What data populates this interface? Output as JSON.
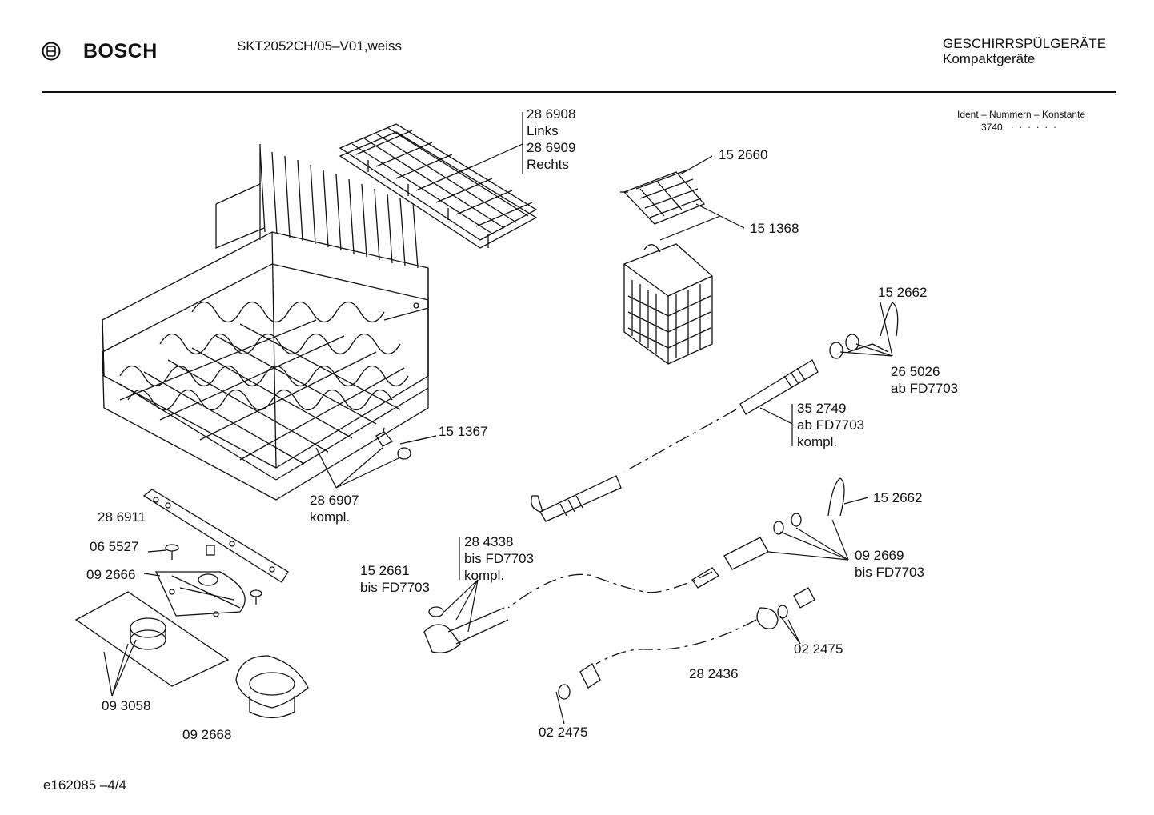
{
  "header": {
    "brand": "BOSCH",
    "model": "SKT2052CH/05–V01,weiss",
    "category": "GESCHIRRSPÜLGERÄTE",
    "subcategory": "Kompaktgeräte"
  },
  "ident": {
    "label": "Ident – Nummern – Konstante",
    "value": "3740",
    "dots": ". . . . . ."
  },
  "parts": [
    {
      "name": "part-286908",
      "lines": [
        "28 6908",
        "Links",
        "28 6909",
        "Rechts"
      ]
    },
    {
      "name": "part-152660",
      "lines": [
        "15 2660"
      ]
    },
    {
      "name": "part-151368",
      "lines": [
        "15 1368"
      ]
    },
    {
      "name": "part-152662-top",
      "lines": [
        "15 2662"
      ]
    },
    {
      "name": "part-265026",
      "lines": [
        "26 5026",
        "ab FD7703"
      ]
    },
    {
      "name": "part-352749",
      "lines": [
        "35 2749",
        "ab FD7703",
        "kompl."
      ]
    },
    {
      "name": "part-151367",
      "lines": [
        "15 1367"
      ]
    },
    {
      "name": "part-286907",
      "lines": [
        "28 6907",
        "kompl."
      ]
    },
    {
      "name": "part-286911",
      "lines": [
        "28 6911"
      ]
    },
    {
      "name": "part-065527",
      "lines": [
        "06 5527"
      ]
    },
    {
      "name": "part-092666",
      "lines": [
        "09 2666"
      ]
    },
    {
      "name": "part-284338",
      "lines": [
        "28 4338",
        "bis FD7703",
        "kompl."
      ]
    },
    {
      "name": "part-152661",
      "lines": [
        "15 2661",
        "bis FD7703"
      ]
    },
    {
      "name": "part-152662-bottom",
      "lines": [
        "15 2662"
      ]
    },
    {
      "name": "part-092669",
      "lines": [
        "09 2669",
        "bis FD7703"
      ]
    },
    {
      "name": "part-022475-right",
      "lines": [
        "02 2475"
      ]
    },
    {
      "name": "part-282436",
      "lines": [
        "28 2436"
      ]
    },
    {
      "name": "part-022475-left",
      "lines": [
        "02 2475"
      ]
    },
    {
      "name": "part-093058",
      "lines": [
        "09 3058"
      ]
    },
    {
      "name": "part-092668",
      "lines": [
        "09 2668"
      ]
    }
  ],
  "footer": {
    "code": "e162085  –4/4"
  }
}
